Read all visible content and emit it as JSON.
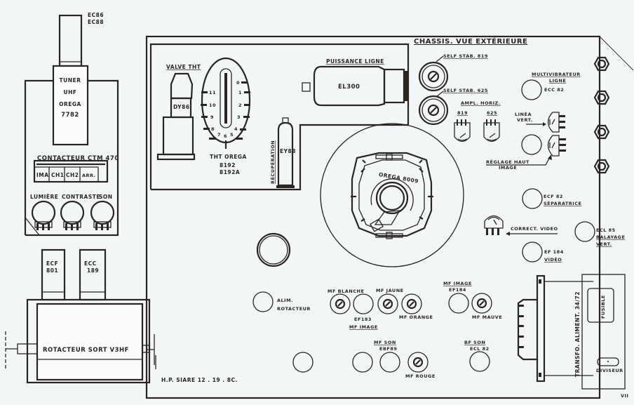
{
  "title": "CHASSIS. VUE EXTÉRIEURE",
  "signature": "H.P. SIARE   12 . 19 . 8C.",
  "page_mark": "VII",
  "colors": {
    "paper": "#f3f6f7",
    "ink": "#2a2522"
  },
  "tuner": {
    "tube_label_1": "EC86",
    "tube_label_2": "EC88",
    "line1": "TUNER",
    "line2": "UHF",
    "line3": "OREGA",
    "line4": "7782"
  },
  "contacteur": {
    "title": "CONTACTEUR CTM 470",
    "positions": [
      "IMA",
      "CH1",
      "CH2",
      "ARR."
    ]
  },
  "potentiometers": [
    {
      "label": "LUMIÈRE"
    },
    {
      "label": "CONTRASTE"
    },
    {
      "label": "SON"
    }
  ],
  "rotacteur": {
    "tube1_line1": "ECF",
    "tube1_line2": "801",
    "tube2_line1": "ECC",
    "tube2_line2": "189",
    "label": "ROTACTEUR  SORT  V3HF"
  },
  "valve_tht": {
    "title": "VALVE THT",
    "tube": "DY86",
    "tht_line1": "THT OREGA",
    "tht_line2": "8192",
    "tht_line3": "8192A",
    "pins_left": [
      "11",
      "10",
      "9",
      "8"
    ],
    "pins_right": [
      "0",
      "1",
      "2",
      "3",
      "4"
    ],
    "pins_bottom": [
      "7",
      "6",
      "5"
    ]
  },
  "recuperation": {
    "label": "RÉCUPÉRATION",
    "tube": "EY88"
  },
  "puissance_ligne": {
    "title": "PUISSANCE LIGNE",
    "tube": "EL300"
  },
  "deflection": {
    "label": "OREGA 8009"
  },
  "self_stab": [
    {
      "label": "SELF STAB. 819"
    },
    {
      "label": "SELF STAB. 625"
    }
  ],
  "ampl_horiz": {
    "title": "AMPL. HORIZ.",
    "labels": [
      "819",
      "625"
    ]
  },
  "multivibrateur": {
    "title_1": "MULTIVIBRATEUR",
    "title_2": "LIGNE",
    "tube": "ECC 82"
  },
  "linea_vert": {
    "line1": "LINÉA",
    "line2": "VERT."
  },
  "reglage_haut": {
    "line1": "RÉGLAGE HAUT",
    "line2": "IMAGE"
  },
  "separatrice": {
    "tube": "ECF 82",
    "label": "SÉPARATRICE"
  },
  "correct_video": {
    "label": "CORRECT. VIDEO"
  },
  "balayage": {
    "tube": "ECL 85",
    "line1": "BALAYAGE",
    "line2": "VERT."
  },
  "video": {
    "tube": "EF 184",
    "label": "VIDÉO"
  },
  "alim_rotacteur": {
    "line1": "ALIM.",
    "line2": "ROTACTEUR"
  },
  "mf_image_1": {
    "mf_blanche": "MF BLANCHE",
    "mf_jaune": "MF JAUNE",
    "mf_orange": "MF ORANGE",
    "tube": "EF183",
    "title": "MF IMAGE"
  },
  "mf_image_2": {
    "title": "MF IMAGE",
    "tube": "EF184",
    "mf_mauve": "MF MAUVE"
  },
  "mf_son": {
    "title": "MF SON",
    "tube": "EBF89",
    "mf_rouge": "MF ROUGE"
  },
  "bf_son": {
    "title": "BF SON",
    "tube": "ECL 82"
  },
  "transfo": {
    "label": "TRANSFO. ALIMENT. 34/72",
    "fusible": "FUSIBLE",
    "diviseur": "DIVISEUR"
  }
}
